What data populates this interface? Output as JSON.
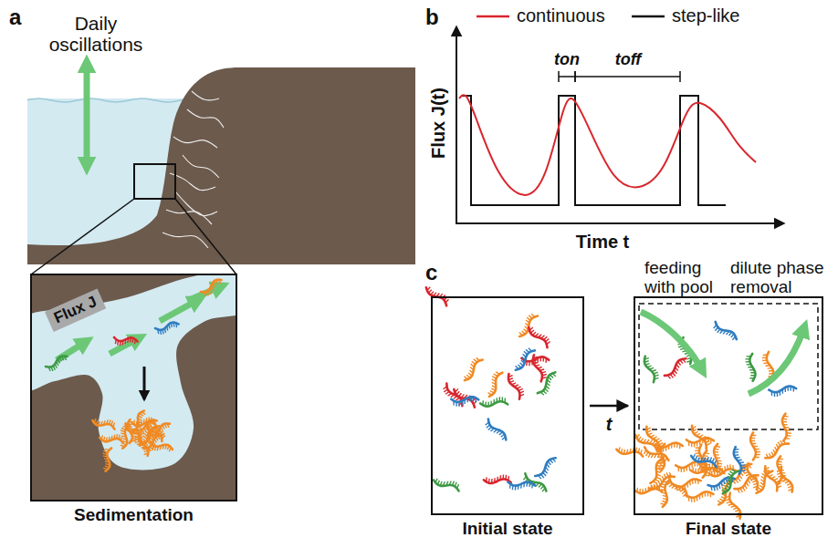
{
  "diagram": {
    "nodes": [
      {
        "text": [
          "Sedimentation"
        ]
      },
      {
        "text": [
          "Flux J"
        ],
        "in": 0
      },
      {
        "text": [
          "Initial state"
        ]
      },
      {
        "text": [
          "Final state"
        ]
      }
    ],
    "edges": [
      {
        "from": 2,
        "to": 3,
        "arrow": "to",
        "label": "t"
      }
    ],
    "labels": [
      "a",
      "Daily oscillations",
      "b",
      "Flux J(t)",
      "Time t",
      "ton",
      "toff",
      "c",
      "feeding with pool",
      "dilute phase removal"
    ],
    "legend": [
      {
        "text": "continuous"
      },
      {
        "text": "step-like"
      }
    ]
  }
}
